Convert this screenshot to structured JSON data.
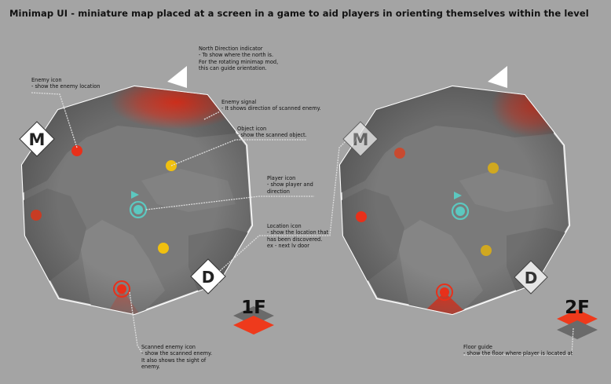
{
  "title": "Minimap UI -  miniature map placed at a screen in a game to aid players in orienting themselves within the level",
  "annotations": {
    "north": {
      "title": "North Direction indicator",
      "lines": [
        "- To show where the north is.",
        "For the rotating minimap mod,",
        "this can guide orientation."
      ]
    },
    "enemy_icon": {
      "title": "Enemy icon",
      "lines": [
        "- show the enemy location"
      ]
    },
    "enemy_signal": {
      "title": "Enemy signal",
      "lines": [
        "- It shows direction of scanned enemy."
      ]
    },
    "object_icon": {
      "title": "Object icon",
      "lines": [
        "- show the scanned object."
      ]
    },
    "player_icon": {
      "title": "Player icon",
      "lines": [
        "- show player and",
        "direction"
      ]
    },
    "location_icon": {
      "title": "Location icon",
      "lines": [
        "- show the location that",
        "has been discovered.",
        "ex - next lv door"
      ]
    },
    "scanned_enemy": {
      "title": "Scanned enemy icon",
      "lines": [
        "- show the scanned enemy.",
        "It also shows the sight of",
        "enemy."
      ]
    },
    "floor_guide": {
      "title": "Floor guide",
      "lines": [
        "- show the floor where player is located at"
      ]
    }
  },
  "minimap_left": {
    "marker_m": "M",
    "marker_d": "D",
    "floor_label": "1F"
  },
  "minimap_right": {
    "marker_m": "M",
    "marker_d": "D",
    "floor_label": "2F"
  },
  "colors": {
    "background": "#a4a4a4",
    "map_fill": "#7a7a7a",
    "enemy": "#e8301a",
    "object": "#f0c010",
    "player": "#5cc8c0",
    "active_floor": "#ee3a1c"
  }
}
